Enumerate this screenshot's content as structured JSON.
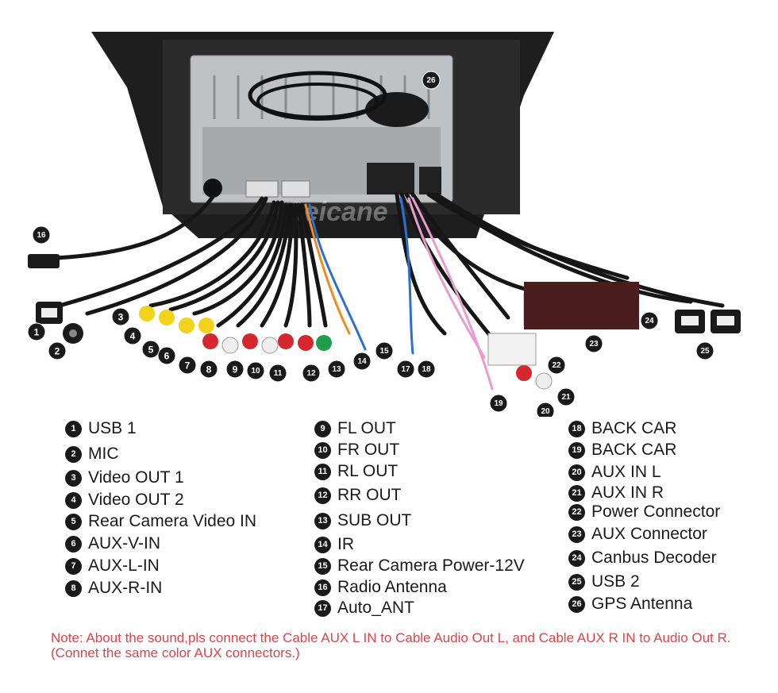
{
  "watermark": "Seicane",
  "legend": [
    [
      {
        "num": "1",
        "label": "USB 1"
      },
      {
        "num": "2",
        "label": "MIC"
      },
      {
        "num": "3",
        "label": "Video OUT 1"
      },
      {
        "num": "4",
        "label": "Video OUT 2"
      },
      {
        "num": "5",
        "label": "Rear Camera Video IN"
      },
      {
        "num": "6",
        "label": "AUX-V-IN"
      },
      {
        "num": "7",
        "label": "AUX-L-IN"
      },
      {
        "num": "8",
        "label": "AUX-R-IN"
      }
    ],
    [
      {
        "num": "9",
        "label": "FL OUT"
      },
      {
        "num": "10",
        "label": "FR OUT"
      },
      {
        "num": "11",
        "label": "RL OUT"
      },
      {
        "num": "12",
        "label": "RR OUT"
      },
      {
        "num": "13",
        "label": "SUB OUT"
      },
      {
        "num": "14",
        "label": "IR"
      },
      {
        "num": "15",
        "label": "Rear Camera Power-12V"
      },
      {
        "num": "16",
        "label": "Radio Antenna"
      },
      {
        "num": "17",
        "label": "Auto_ANT"
      }
    ],
    [
      {
        "num": "18",
        "label": "BACK CAR"
      },
      {
        "num": "19",
        "label": "BACK CAR"
      },
      {
        "num": "20",
        "label": "AUX IN L"
      },
      {
        "num": "21",
        "label": "AUX IN R"
      },
      {
        "num": "22",
        "label": "Power Connector"
      },
      {
        "num": "23",
        "label": "AUX Connector"
      },
      {
        "num": "24",
        "label": "Canbus Decoder"
      },
      {
        "num": "25",
        "label": "USB 2"
      },
      {
        "num": "26",
        "label": "GPS Antenna"
      }
    ]
  ],
  "callouts": [
    "1",
    "2",
    "3",
    "4",
    "5",
    "6",
    "7",
    "8",
    "9",
    "10",
    "11",
    "12",
    "13",
    "14",
    "15",
    "16",
    "17",
    "18",
    "19",
    "20",
    "21",
    "22",
    "23",
    "24",
    "25",
    "26"
  ],
  "note": "Note: About the sound,pls connect the Cable AUX L IN to Cable Audio Out L, and Cable AUX R IN to Audio Out R.(Connet the same color AUX connectors.)",
  "colors": {
    "badge": "#1a1a1a",
    "note": "#d9454b",
    "rca_yellow": "#f2d21b",
    "rca_red": "#d6262e",
    "rca_white": "#eeeeee",
    "rca_green": "#1f9e4a"
  }
}
